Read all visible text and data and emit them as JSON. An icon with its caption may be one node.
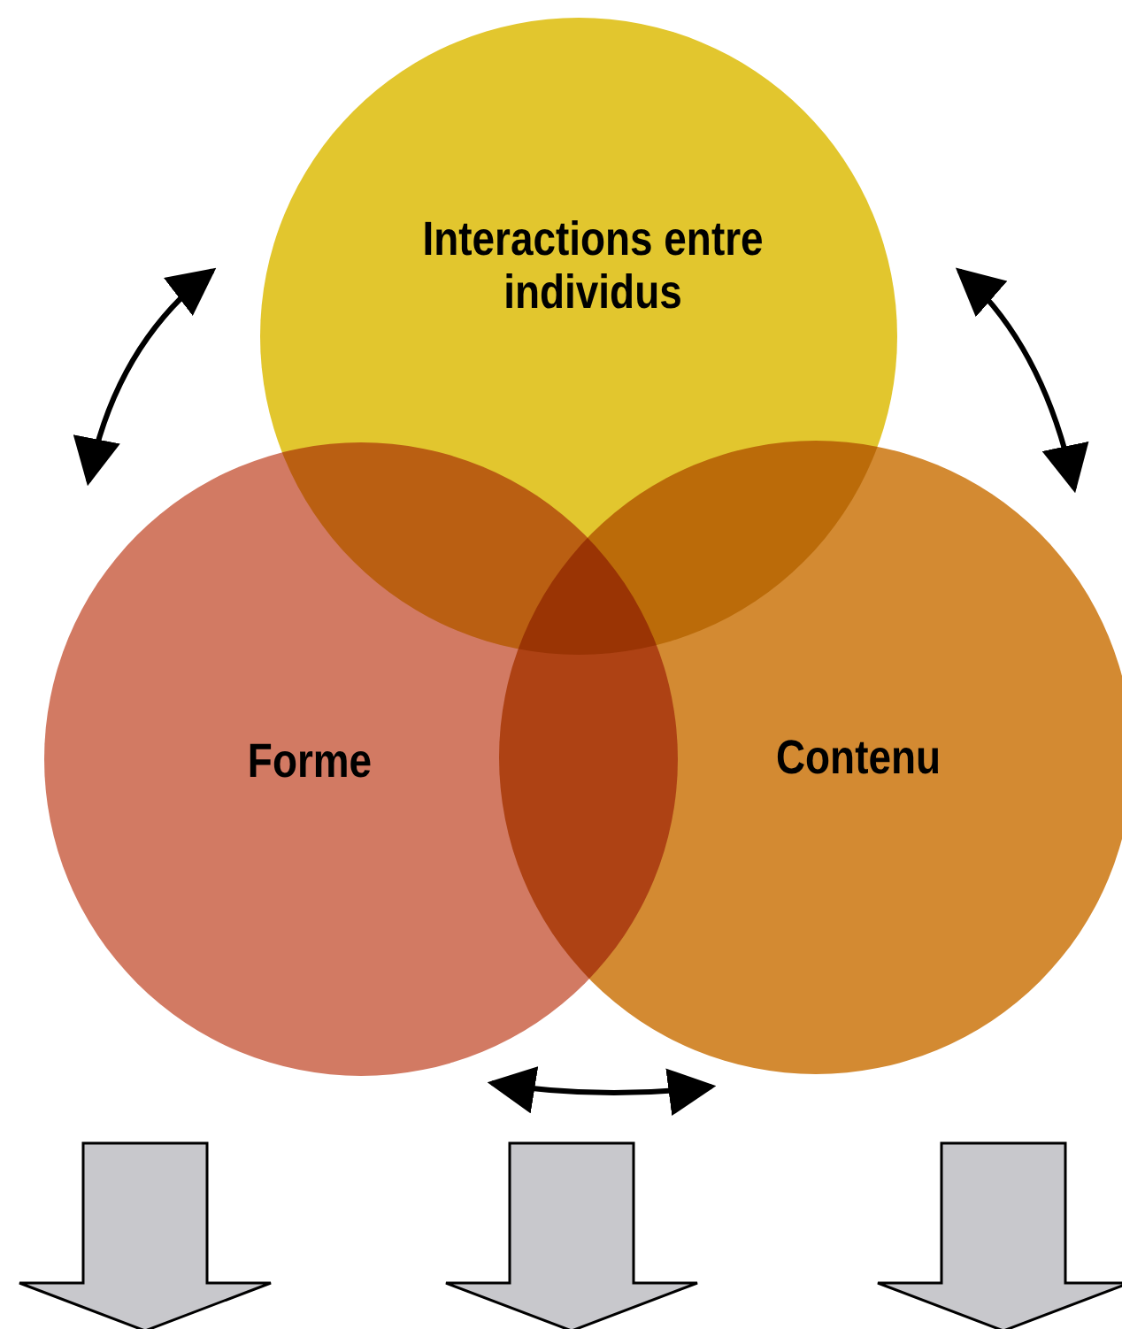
{
  "diagram": {
    "nodes": [
      {
        "text": [
          "Interactions entre individus"
        ]
      },
      {
        "text": [
          "Forme"
        ]
      },
      {
        "text": [
          "Contenu"
        ]
      }
    ],
    "edges": [
      {
        "from": 0,
        "to": 1,
        "arrow": "both"
      },
      {
        "from": 0,
        "to": 2,
        "arrow": "both"
      },
      {
        "from": 1,
        "to": 2,
        "arrow": "both"
      }
    ]
  }
}
